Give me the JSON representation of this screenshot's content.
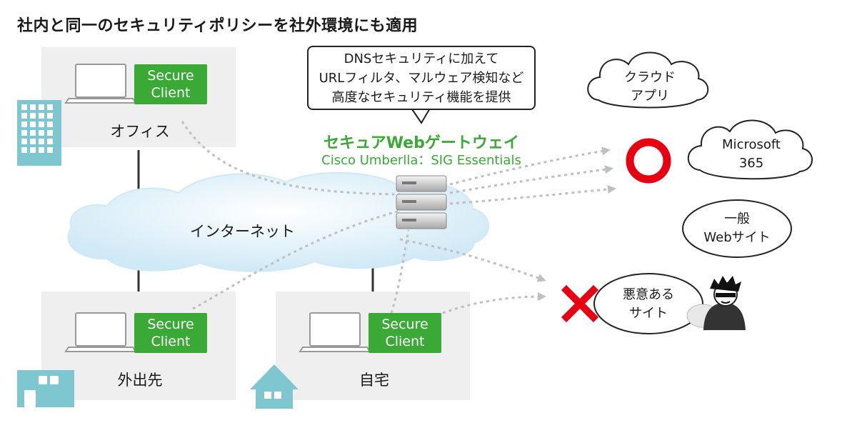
{
  "title": "社内と同一のセキュリティポリシーを社外環境にも適用",
  "secure_client": [
    "Secure",
    "Client"
  ],
  "locations": {
    "office": "オフィス",
    "outside": "外出先",
    "home": "自宅"
  },
  "speech_bubble": [
    "DNSセキュリティに加えて",
    "URLフィルタ、マルウェア検知など",
    "高度なセキュリティ機能を提供"
  ],
  "gateway": {
    "title": "セキュアWebゲートウェイ",
    "subtitle": "Cisco Umberlla：SIG Essentials"
  },
  "internet_label": "インターネット",
  "destinations": {
    "cloud_app": [
      "クラウド",
      "アプリ"
    ],
    "m365": [
      "Microsoft",
      "365"
    ],
    "general_web": [
      "一般",
      "Webサイト"
    ],
    "malicious": [
      "悪意ある",
      "サイト"
    ]
  },
  "colors": {
    "accent_green": "#3aa935",
    "allow_red": "#e60012",
    "deny_red": "#e60012",
    "building_teal": "#7ec6d0",
    "panel_gray": "#efefef",
    "arrow_gray": "#bfbfbf",
    "internet_cloud": "#cfe9f6"
  },
  "icons": {
    "allowed": "circle-o-icon",
    "blocked": "cross-x-icon",
    "hacker": "hacker-icon"
  }
}
